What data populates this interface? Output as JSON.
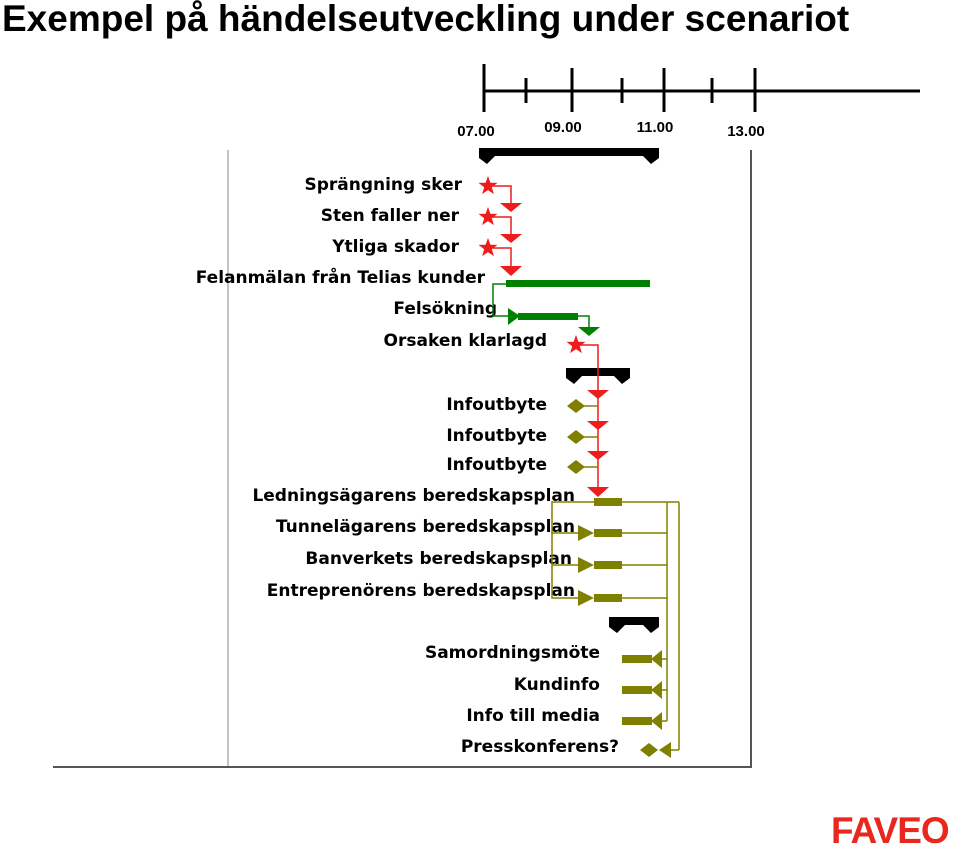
{
  "title": "Exempel på händelseutveckling under scenariot",
  "timeline": {
    "ticks": [
      "07.00",
      "09.00",
      "11.00",
      "13.00"
    ]
  },
  "tasks": [
    "Sprängning sker",
    "Sten faller ner",
    "Ytliga skador",
    "Felanmälan från Telias kunder",
    "Felsökning",
    "Orsaken klarlagd",
    "Infoutbyte",
    "Infoutbyte",
    "Infoutbyte",
    "Ledningsägarens beredskapsplan",
    "Tunnelägarens beredskapsplan",
    "Banverkets beredskapsplan",
    "Entreprenörens beredskapsplan",
    "Samordningsmöte",
    "Kundinfo",
    "Info till media",
    "Presskonferens?"
  ],
  "colors": {
    "red": "#ee1c1c",
    "green": "#008000",
    "olive": "#808000",
    "black": "#000000",
    "logo": "#e8281e"
  },
  "logo": {
    "text": "FAVEO"
  }
}
